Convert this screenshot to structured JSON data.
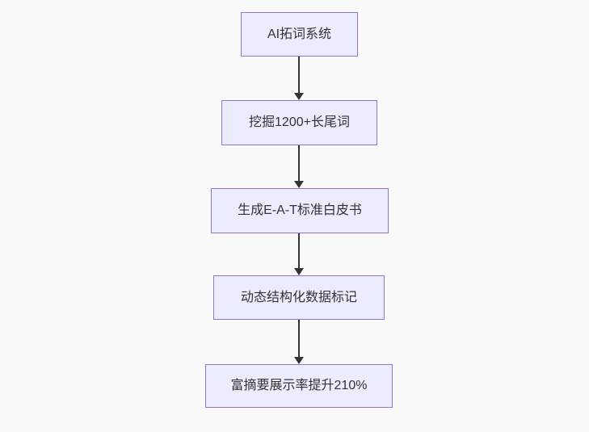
{
  "diagram": {
    "type": "flowchart",
    "direction": "top-down",
    "nodes": [
      {
        "id": "A",
        "label": "AI拓词系统"
      },
      {
        "id": "B",
        "label": "挖掘1200+长尾词"
      },
      {
        "id": "C",
        "label": "生成E-A-T标准白皮书"
      },
      {
        "id": "D",
        "label": "动态结构化数据标记"
      },
      {
        "id": "E",
        "label": "富摘要展示率提升210%"
      }
    ],
    "edges": [
      {
        "from": "A",
        "to": "B",
        "style": "arrow-down"
      },
      {
        "from": "B",
        "to": "C",
        "style": "arrow-down"
      },
      {
        "from": "C",
        "to": "D",
        "style": "arrow-down"
      },
      {
        "from": "D",
        "to": "E",
        "style": "arrow-down"
      }
    ]
  },
  "colors": {
    "canvas-bg": "#fafafa",
    "node-fill": "#ECECFF",
    "node-border": "#9370DB",
    "node-text": "#333333",
    "arrow": "#333333"
  }
}
